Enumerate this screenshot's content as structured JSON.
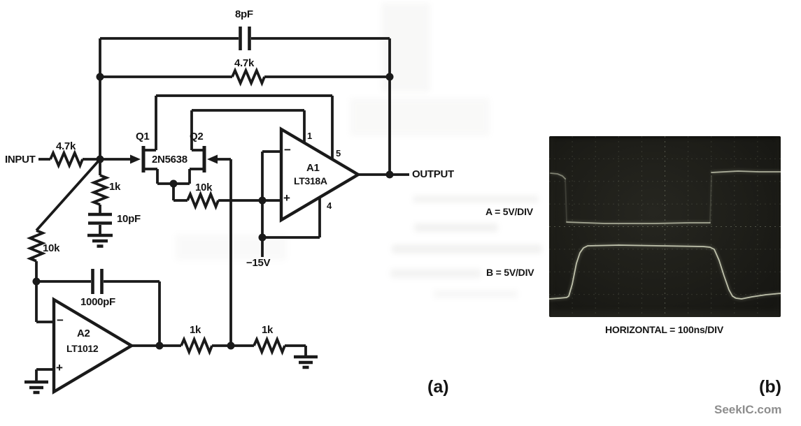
{
  "circuit": {
    "input": "INPUT",
    "output": "OUTPUT",
    "r_input": "4.7k",
    "r_feedback": "4.7k",
    "c_feedback": "8pF",
    "q1": "Q1",
    "q2": "Q2",
    "fet_part": "2N5638",
    "r_gate": "1k",
    "c_gate": "10pF",
    "r_source_bias": "10k",
    "r_integrator": "10k",
    "c_integrator": "1000pF",
    "r_divider_1": "1k",
    "r_divider_2": "1k",
    "v_negative": "−15V",
    "a1": {
      "designator": "A1",
      "part": "LT318A",
      "pin_1": "1",
      "pin_5": "5",
      "pin_4": "4",
      "inv": "−",
      "noninv": "+"
    },
    "a2": {
      "designator": "A2",
      "part": "LT1012",
      "inv": "−",
      "noninv": "+"
    }
  },
  "scope": {
    "label_trace_a": "A = 5V/DIV",
    "label_trace_b": "B = 5V/DIV",
    "label_horizontal": "HORIZONTAL = 100ns/DIV",
    "grid": {
      "cols": 10,
      "rows": 8
    },
    "trace_color": "#d2d5bd",
    "traces": [
      {
        "id": "trace-a-high-left",
        "points": [
          [
            2,
            53
          ],
          [
            12,
            54
          ],
          [
            19,
            57
          ],
          [
            23,
            61
          ]
        ],
        "opacity": 0.55
      },
      {
        "id": "trace-a-falling-edge",
        "points": [
          [
            23,
            61
          ],
          [
            25,
            122
          ]
        ],
        "opacity": 0.18
      },
      {
        "id": "trace-a-low",
        "points": [
          [
            25,
            123
          ],
          [
            80,
            125
          ],
          [
            150,
            125
          ],
          [
            200,
            124
          ],
          [
            230,
            124
          ]
        ],
        "opacity": 0.75
      },
      {
        "id": "trace-a-rising-edge",
        "points": [
          [
            230,
            124
          ],
          [
            232,
            57
          ]
        ],
        "opacity": 0.18
      },
      {
        "id": "trace-a-high-right",
        "points": [
          [
            232,
            52
          ],
          [
            270,
            50
          ],
          [
            300,
            51
          ],
          [
            331,
            51
          ]
        ],
        "opacity": 0.8
      },
      {
        "id": "trace-b",
        "points": [
          [
            0,
            233
          ],
          [
            14,
            232
          ],
          [
            25,
            231
          ],
          [
            28,
            229
          ],
          [
            33,
            212
          ],
          [
            39,
            182
          ],
          [
            44,
            167
          ],
          [
            49,
            160
          ],
          [
            55,
            157
          ],
          [
            100,
            156
          ],
          [
            160,
            157
          ],
          [
            220,
            158
          ],
          [
            230,
            159
          ],
          [
            236,
            162
          ],
          [
            243,
            178
          ],
          [
            250,
            200
          ],
          [
            257,
            220
          ],
          [
            262,
            229
          ],
          [
            267,
            232
          ],
          [
            275,
            233
          ],
          [
            290,
            230
          ],
          [
            310,
            227
          ],
          [
            331,
            225
          ]
        ],
        "opacity": 0.9
      }
    ]
  },
  "figure": {
    "part_a": "(a)",
    "part_b": "(b)"
  },
  "watermark": "SeekIC.com"
}
